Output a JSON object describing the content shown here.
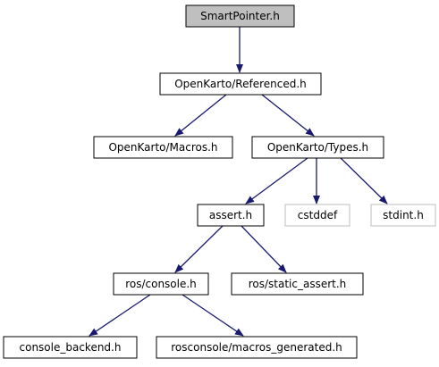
{
  "graph": {
    "nodes": [
      {
        "id": "smartpointer",
        "label": "SmartPointer.h",
        "style": "root"
      },
      {
        "id": "referenced",
        "label": "OpenKarto/Referenced.h",
        "style": "normal"
      },
      {
        "id": "macros",
        "label": "OpenKarto/Macros.h",
        "style": "normal"
      },
      {
        "id": "types",
        "label": "OpenKarto/Types.h",
        "style": "normal"
      },
      {
        "id": "assert",
        "label": "assert.h",
        "style": "normal"
      },
      {
        "id": "cstddef",
        "label": "cstddef",
        "style": "external"
      },
      {
        "id": "stdint",
        "label": "stdint.h",
        "style": "external"
      },
      {
        "id": "console",
        "label": "ros/console.h",
        "style": "normal"
      },
      {
        "id": "static_assert",
        "label": "ros/static_assert.h",
        "style": "normal"
      },
      {
        "id": "console_backend",
        "label": "console_backend.h",
        "style": "normal"
      },
      {
        "id": "macros_generated",
        "label": "rosconsole/macros_generated.h",
        "style": "normal"
      }
    ],
    "edges": [
      {
        "from": "smartpointer",
        "to": "referenced"
      },
      {
        "from": "referenced",
        "to": "macros"
      },
      {
        "from": "referenced",
        "to": "types"
      },
      {
        "from": "types",
        "to": "assert"
      },
      {
        "from": "types",
        "to": "cstddef"
      },
      {
        "from": "types",
        "to": "stdint"
      },
      {
        "from": "assert",
        "to": "console"
      },
      {
        "from": "assert",
        "to": "static_assert"
      },
      {
        "from": "console",
        "to": "console_backend"
      },
      {
        "from": "console",
        "to": "macros_generated"
      }
    ],
    "colors": {
      "edge": "#191970",
      "root_fill": "#bfbfbf",
      "root_border": "#000000",
      "node_border": "#000000",
      "external_border": "#bfbfbf",
      "text": "#000000"
    }
  }
}
